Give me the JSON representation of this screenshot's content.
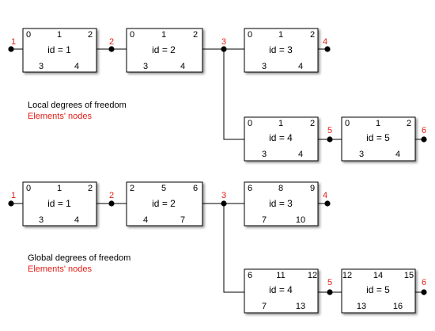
{
  "local": {
    "caption": "Local degrees of freedom",
    "legend": "Elements' nodes",
    "elements": [
      {
        "id_label": "id = 1",
        "dofs": [
          "0",
          "1",
          "2",
          "3",
          "4"
        ]
      },
      {
        "id_label": "id = 2",
        "dofs": [
          "0",
          "1",
          "2",
          "3",
          "4"
        ]
      },
      {
        "id_label": "id = 3",
        "dofs": [
          "0",
          "1",
          "2",
          "3",
          "4"
        ]
      },
      {
        "id_label": "id = 4",
        "dofs": [
          "0",
          "1",
          "2",
          "3",
          "4"
        ]
      },
      {
        "id_label": "id = 5",
        "dofs": [
          "0",
          "1",
          "2",
          "3",
          "4"
        ]
      }
    ],
    "nodes": [
      "1",
      "2",
      "3",
      "4",
      "5",
      "6"
    ]
  },
  "global": {
    "caption": "Global degrees of freedom",
    "legend": "Elements' nodes",
    "elements": [
      {
        "id_label": "id = 1",
        "dofs": [
          "0",
          "1",
          "2",
          "3",
          "4"
        ]
      },
      {
        "id_label": "id = 2",
        "dofs": [
          "2",
          "5",
          "6",
          "4",
          "7"
        ]
      },
      {
        "id_label": "id = 3",
        "dofs": [
          "6",
          "8",
          "9",
          "7",
          "10"
        ]
      },
      {
        "id_label": "id = 4",
        "dofs": [
          "6",
          "11",
          "12",
          "7",
          "13"
        ]
      },
      {
        "id_label": "id = 5",
        "dofs": [
          "12",
          "14",
          "15",
          "13",
          "16"
        ]
      }
    ],
    "nodes": [
      "1",
      "2",
      "3",
      "4",
      "5",
      "6"
    ]
  }
}
